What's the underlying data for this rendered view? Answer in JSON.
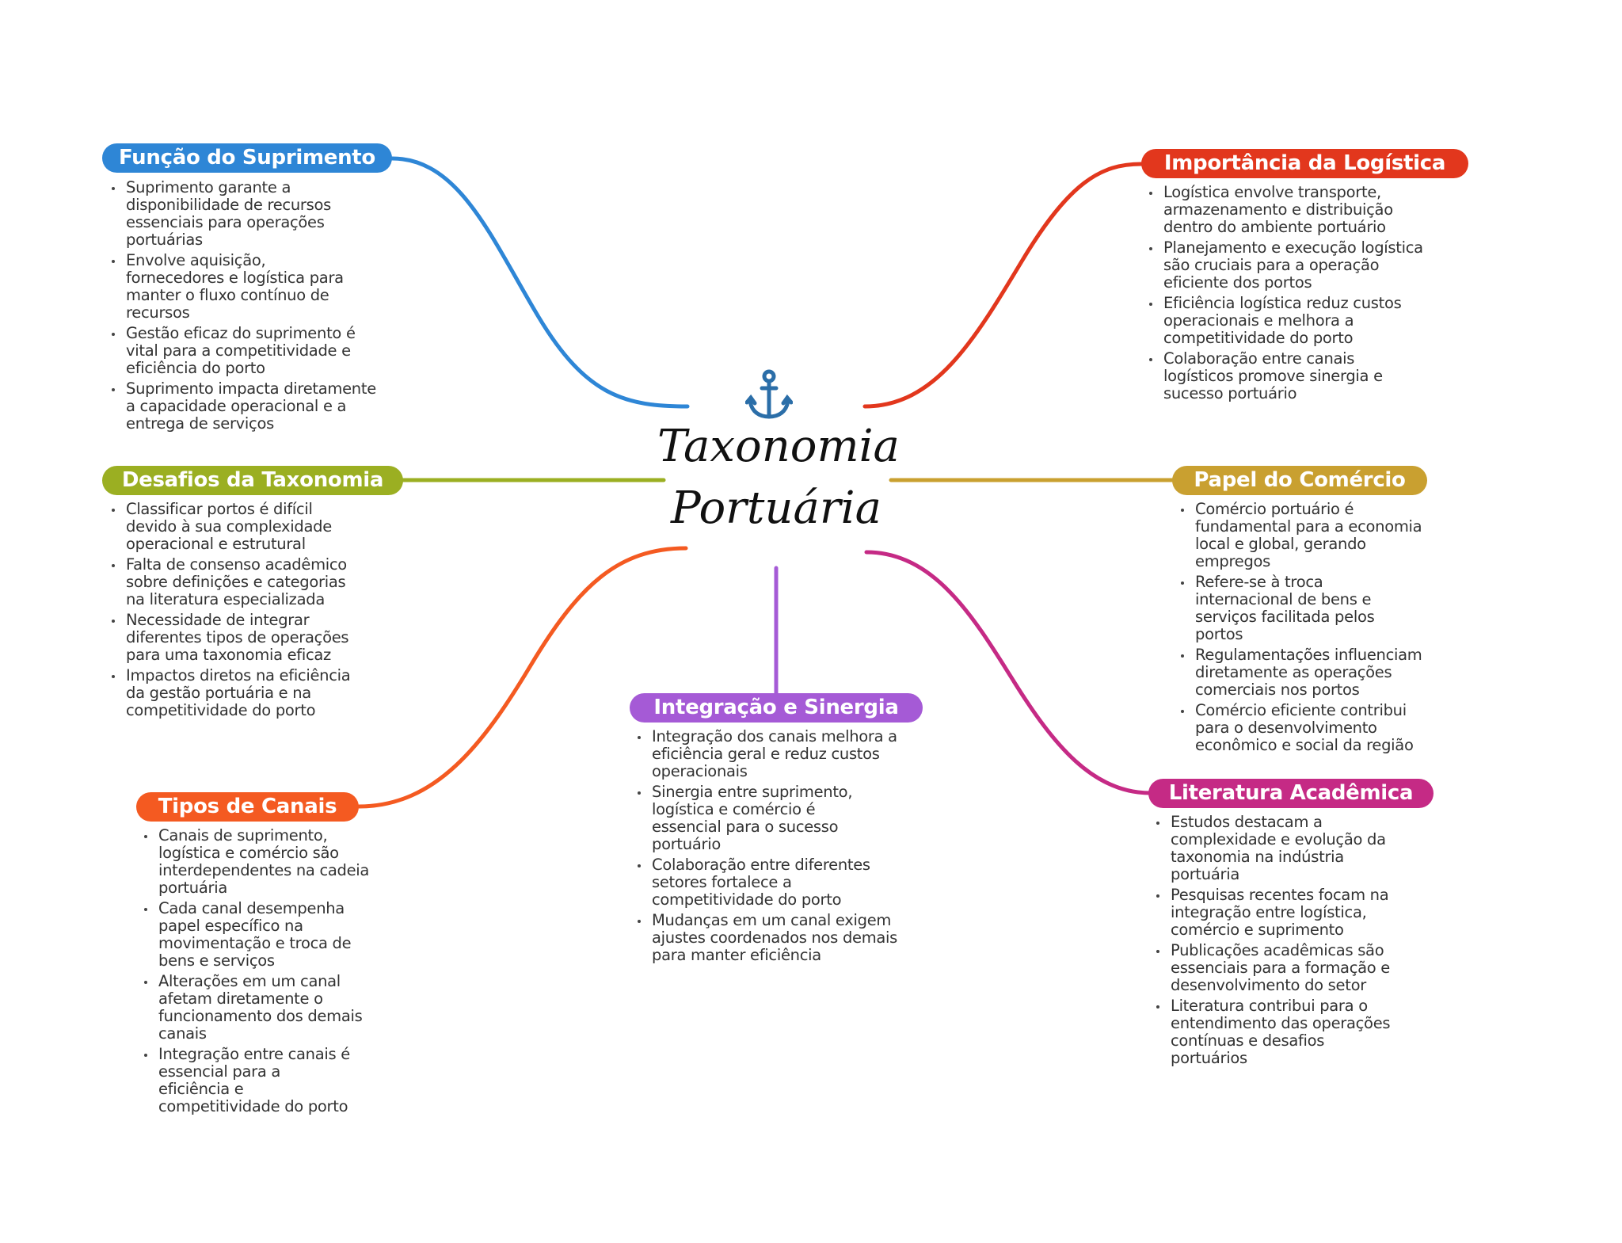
{
  "center": {
    "line1": "Taxonomia",
    "line2": "Portuária",
    "icon": "anchor-icon"
  },
  "colors": {
    "supply": "#2E86D6",
    "logistics": "#E2371D",
    "challenges": "#9BAF22",
    "commerce": "#C9A030",
    "channels": "#F45A21",
    "integration": "#A55AD6",
    "literature": "#C52A85"
  },
  "topics": {
    "supply": {
      "title": "Função do Suprimento",
      "points": [
        "Suprimento garante a\ndisponibilidade de recursos\nessenciais para operações\nportuárias",
        "Envolve aquisição,\nfornecedores e logística para\nmanter o fluxo contínuo de\nrecursos",
        "Gestão eficaz do suprimento é\nvital para a competitividade e\neficiência do porto",
        "Suprimento impacta diretamente\na capacidade operacional e a\nentrega de serviços"
      ]
    },
    "logistics": {
      "title": "Importância da Logística",
      "points": [
        "Logística envolve transporte,\narmazenamento e distribuição\ndentro do ambiente portuário",
        "Planejamento e execução logística\nsão cruciais para a operação\neficiente dos portos",
        "Eficiência logística reduz custos\noperacionais e melhora a\ncompetitividade do porto",
        "Colaboração entre canais\nlogísticos promove sinergia e\nsucesso portuário"
      ]
    },
    "challenges": {
      "title": "Desafios da Taxonomia",
      "points": [
        "Classificar portos é difícil\ndevido à sua complexidade\noperacional e estrutural",
        "Falta de consenso acadêmico\nsobre definições e categorias\nna literatura especializada",
        "Necessidade de integrar\ndiferentes tipos de operações\npara uma taxonomia eficaz",
        "Impactos diretos na eficiência\nda gestão portuária e na\ncompetitividade do porto"
      ]
    },
    "commerce": {
      "title": "Papel do Comércio",
      "points": [
        "Comércio portuário é\nfundamental para a economia\nlocal e global, gerando\nempregos",
        "Refere-se à troca\ninternacional de bens e\nserviços facilitada pelos\nportos",
        "Regulamentações influenciam\ndiretamente as operações\ncomerciais nos portos",
        "Comércio eficiente contribui\npara o desenvolvimento\neconômico e social da região"
      ]
    },
    "channels": {
      "title": "Tipos de Canais",
      "points": [
        "Canais de suprimento,\nlogística e comércio são\ninterdependentes na cadeia\nportuária",
        "Cada canal desempenha\npapel específico na\nmovimentação e troca de\nbens e serviços",
        "Alterações em um canal\nafetam diretamente o\nfuncionamento dos demais\ncanais",
        "Integração entre canais é\nessencial para a\neficiência e\ncompetitividade do porto"
      ]
    },
    "integration": {
      "title": "Integração e Sinergia",
      "points": [
        "Integração dos canais melhora a\neficiência geral e reduz custos\noperacionais",
        "Sinergia entre suprimento,\nlogística e comércio é\nessencial para o sucesso\nportuário",
        "Colaboração entre diferentes\nsetores fortalece a\ncompetitividade do porto",
        "Mudanças em um canal exigem\najustes coordenados nos demais\npara manter eficiência"
      ]
    },
    "literature": {
      "title": "Literatura Acadêmica",
      "points": [
        "Estudos destacam a\ncomplexidade e evolução da\ntaxonomia na indústria\nportuária",
        "Pesquisas recentes focam na\nintegração entre logística,\ncomércio e suprimento",
        "Publicações acadêmicas são\nessenciais para a formação e\ndesenvolvimento do setor",
        "Literatura contribui para o\nentendimento das operações\ncontínuas e desafios\nportuários"
      ]
    }
  }
}
